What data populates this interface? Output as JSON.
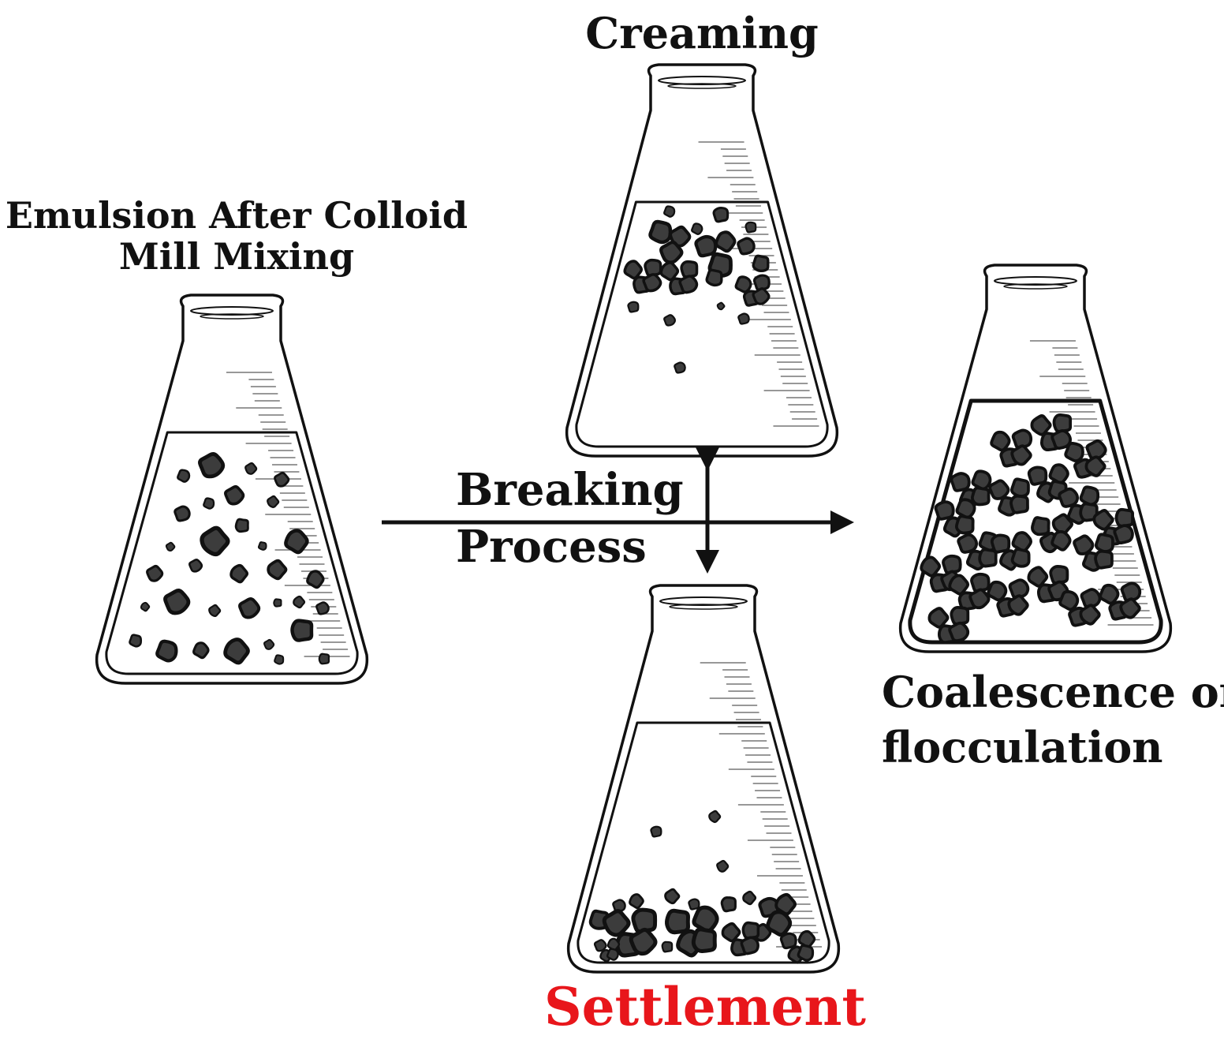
{
  "labels": {
    "emulsion_line1": "Emulsion After Colloid",
    "emulsion_line2": "Mill Mixing",
    "creaming": "Creaming",
    "breaking_line1": "Breaking",
    "breaking_line2": "Process",
    "coalescence_line1": "Coalescence or",
    "coalescence_line2": "flocculation",
    "settlement": "Settlement"
  },
  "colors": {
    "outline": "#111111",
    "droplet": "#3c3c3c",
    "settlement_label": "#e8161b"
  }
}
